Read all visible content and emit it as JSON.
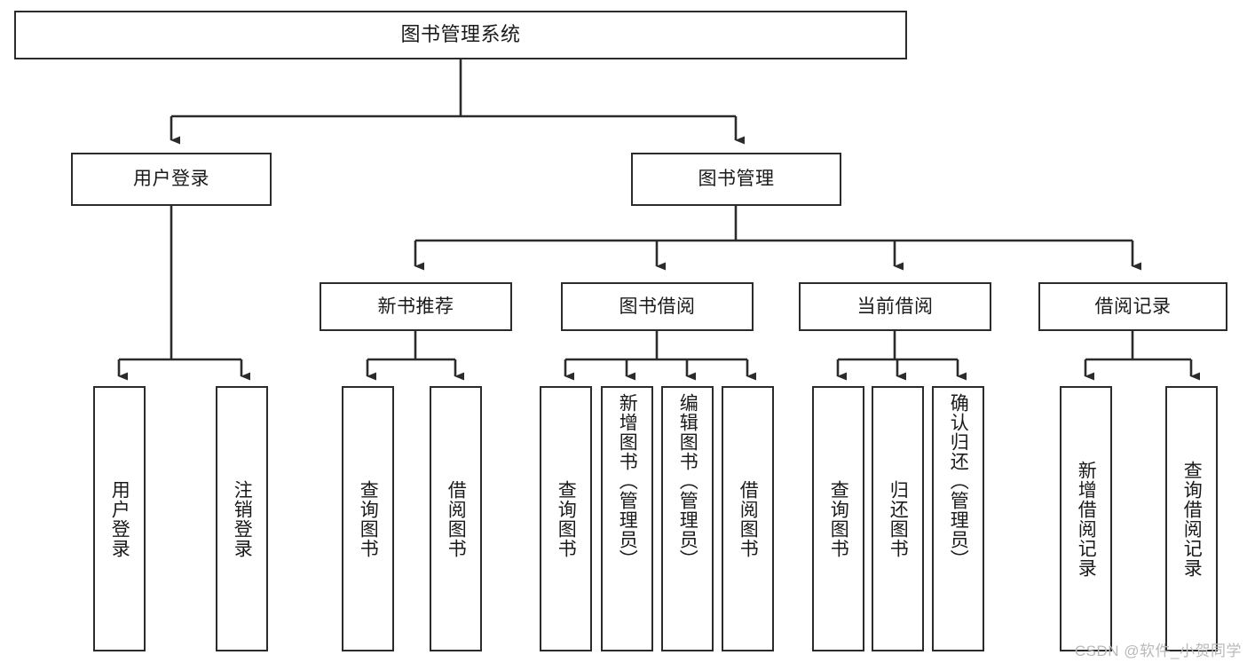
{
  "diagram": {
    "type": "tree-hierarchy-chart",
    "title": "图书管理系统",
    "orientation": "top-down",
    "box_stroke_color": "#2b2b2b",
    "box_fill_color": "#ffffff",
    "connector_color": "#2b2b2b",
    "levels": 4
  },
  "nodes": {
    "root": {
      "label": "图书管理系统"
    },
    "level2": [
      {
        "label": "用户登录"
      },
      {
        "label": "图书管理"
      }
    ],
    "level3": [
      {
        "label": "新书推荐"
      },
      {
        "label": "图书借阅"
      },
      {
        "label": "当前借阅"
      },
      {
        "label": "借阅记录"
      }
    ],
    "leaves": {
      "user_login": [
        {
          "label": "用户登录"
        },
        {
          "label": "注销登录"
        }
      ],
      "new_book_recommend": [
        {
          "label": "查询图书"
        },
        {
          "label": "借阅图书"
        }
      ],
      "book_borrow": [
        {
          "label": "查询图书"
        },
        {
          "label": "新增图书（管理员）"
        },
        {
          "label": "编辑图书（管理员）"
        },
        {
          "label": "借阅图书"
        }
      ],
      "current_borrow": [
        {
          "label": "查询图书"
        },
        {
          "label": "归还图书"
        },
        {
          "label": "确认归还（管理员）"
        }
      ],
      "borrow_record": [
        {
          "label": "新增借阅记录"
        },
        {
          "label": "查询借阅记录"
        }
      ]
    }
  },
  "watermark": {
    "text": "CSDN @软件_小贺同学"
  }
}
